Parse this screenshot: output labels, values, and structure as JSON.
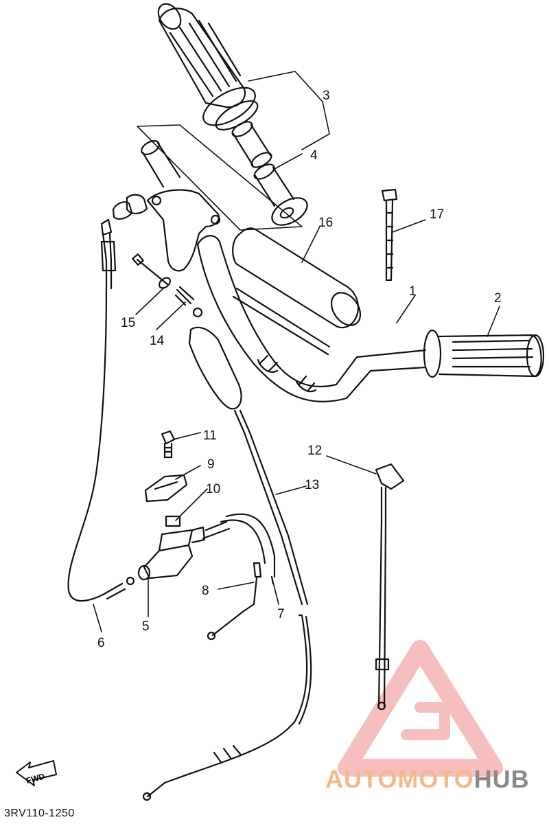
{
  "diagram": {
    "part_code": "3RV110-1250",
    "fwd_label": "FWD",
    "labels": [
      {
        "id": "1",
        "text": "1"
      },
      {
        "id": "2",
        "text": "2"
      },
      {
        "id": "3",
        "text": "3"
      },
      {
        "id": "4",
        "text": "4"
      },
      {
        "id": "5",
        "text": "5"
      },
      {
        "id": "6",
        "text": "6"
      },
      {
        "id": "7",
        "text": "7"
      },
      {
        "id": "8",
        "text": "8"
      },
      {
        "id": "9",
        "text": "9"
      },
      {
        "id": "10",
        "text": "10"
      },
      {
        "id": "11",
        "text": "11"
      },
      {
        "id": "12",
        "text": "12"
      },
      {
        "id": "13",
        "text": "13"
      },
      {
        "id": "14",
        "text": "14"
      },
      {
        "id": "15",
        "text": "15"
      },
      {
        "id": "16",
        "text": "16"
      },
      {
        "id": "17",
        "text": "17"
      }
    ]
  },
  "watermark": {
    "part1": "AUTOMOTO",
    "part2": "HUB",
    "color_primary": "#f3b98a",
    "color_secondary": "#8a8a8a",
    "logo_color": "#f08a8a"
  },
  "line_color": "#111111"
}
